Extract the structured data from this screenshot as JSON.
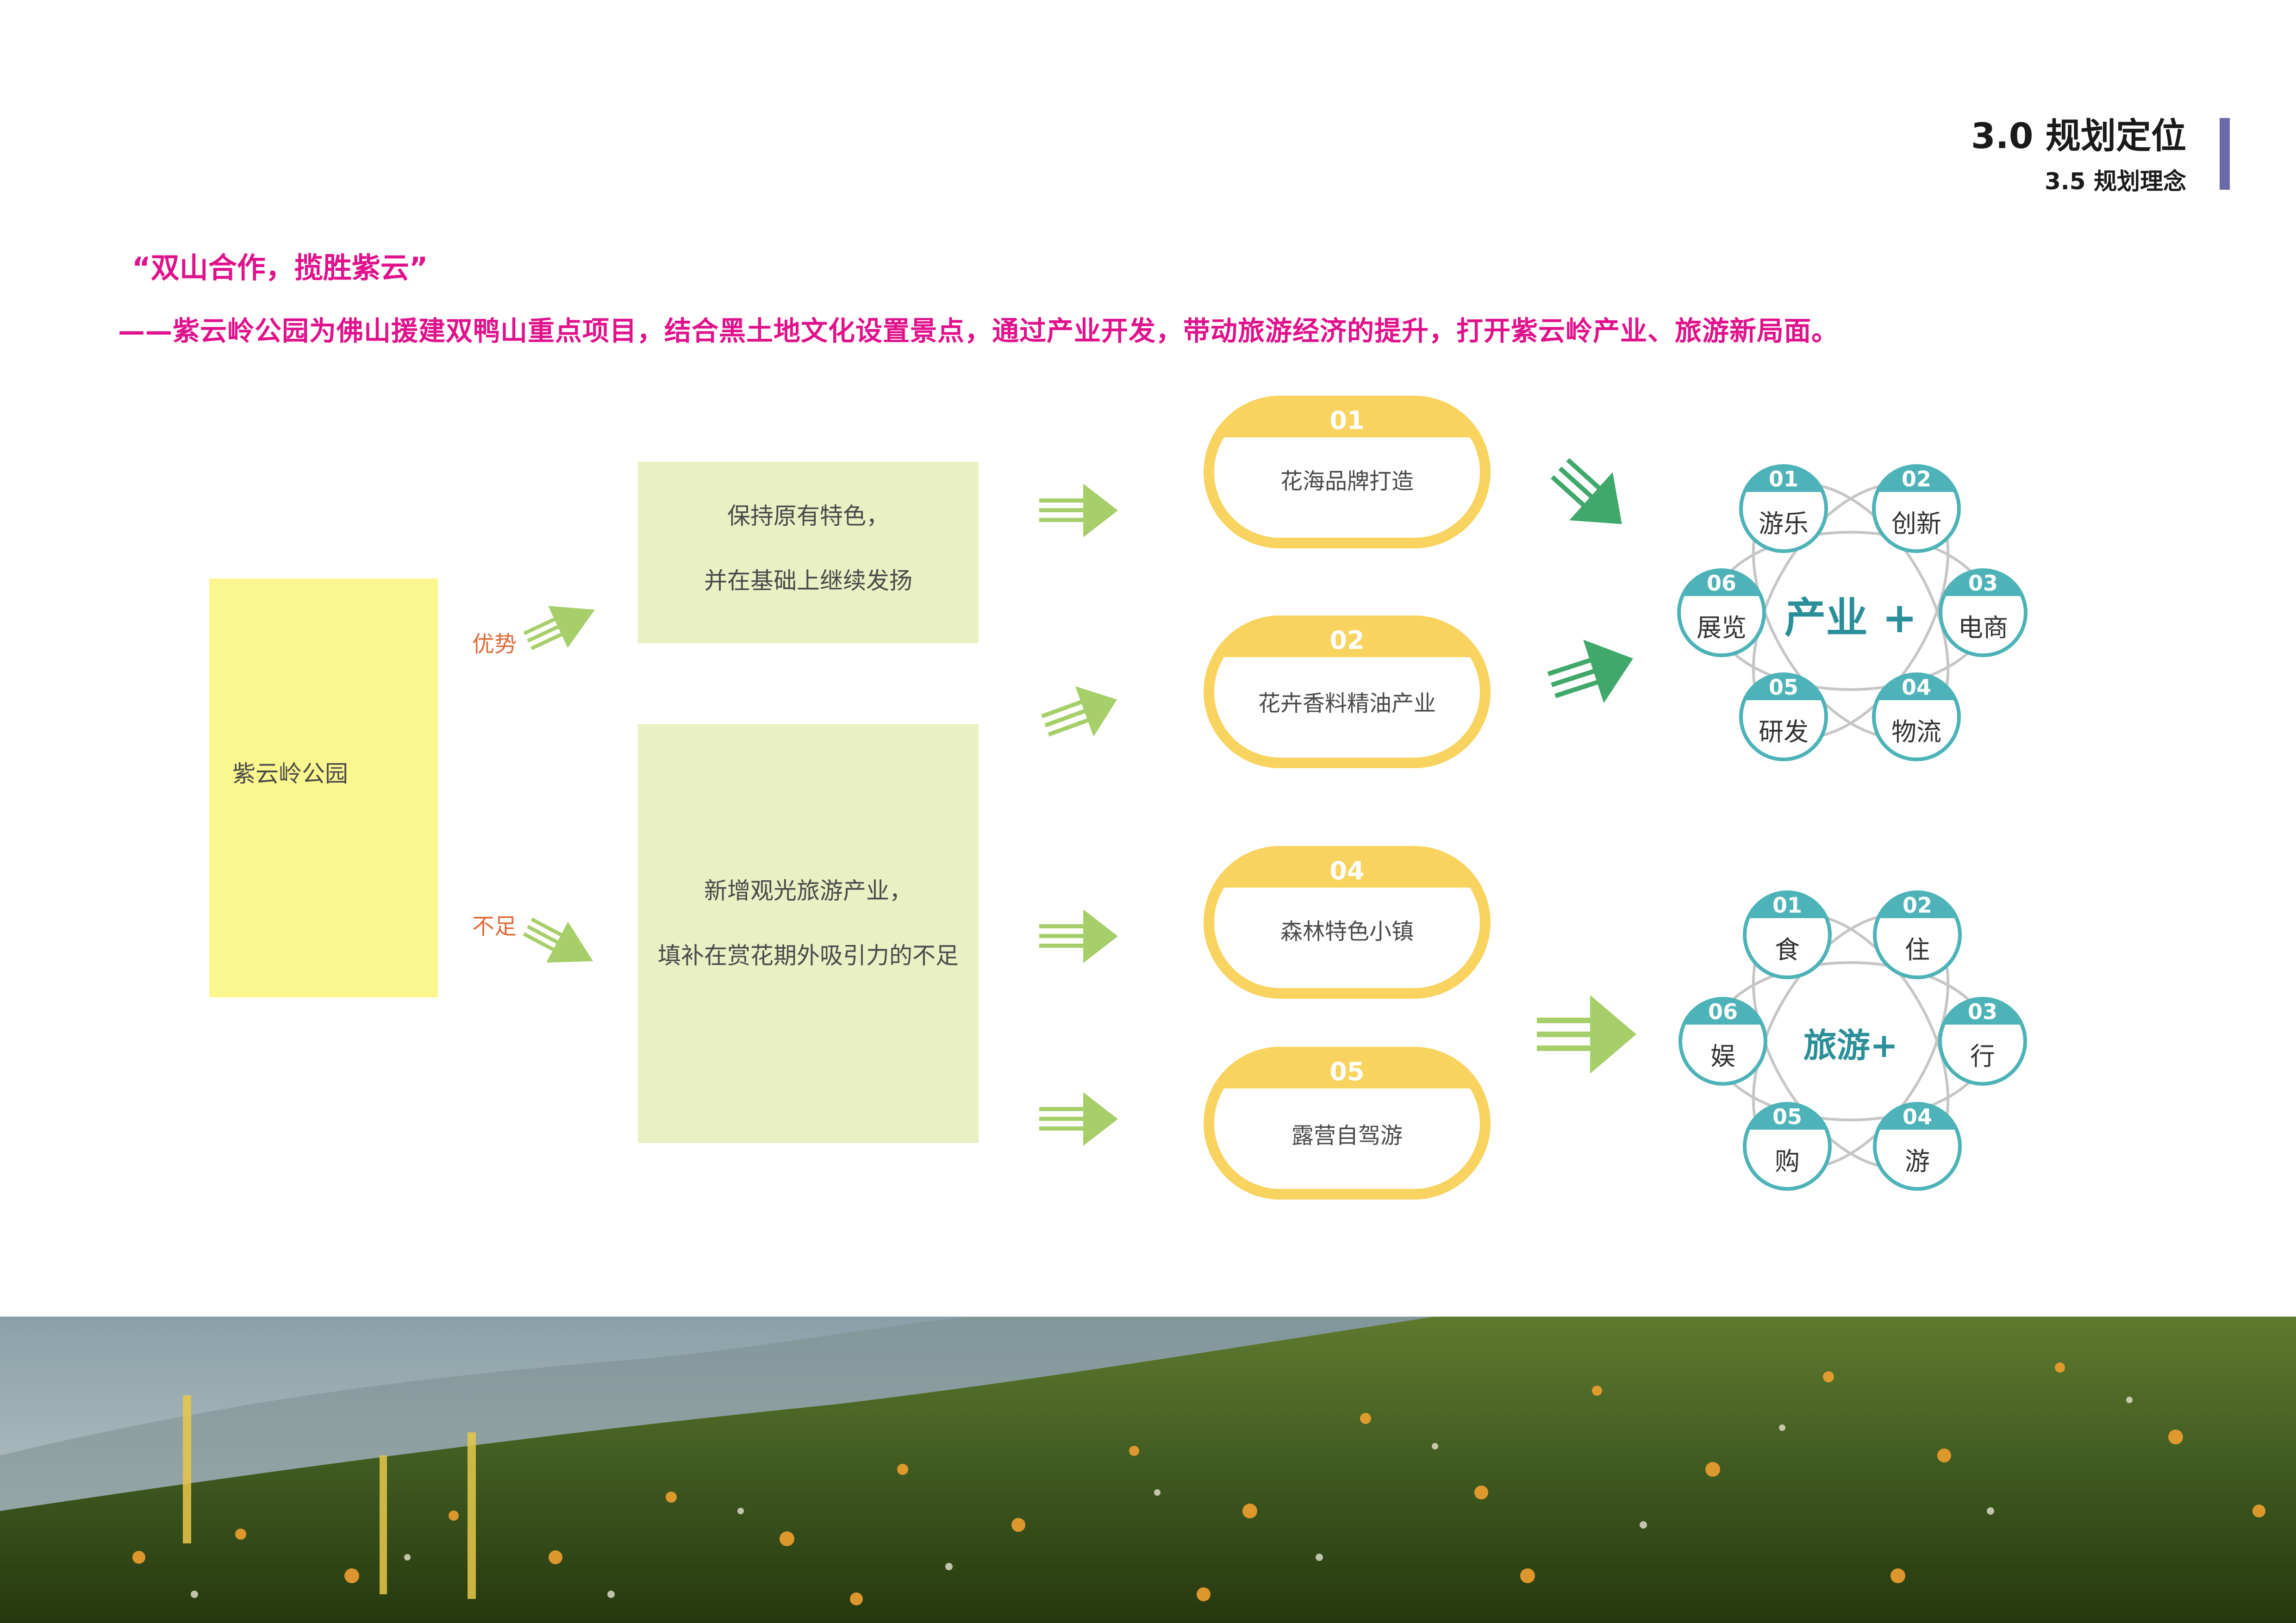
{
  "header": {
    "title": "3.0  规划定位",
    "subtitle": "3.5 规划理念"
  },
  "intro": {
    "slogan": "“双山合作，揽胜紫云”",
    "description": "——紫云岭公园为佛山援建双鸭山重点项目，结合黑土地文化设置景点，通过产业开发，带动旅游经济的提升，打开紫云岭产业、旅游新局面。"
  },
  "flow": {
    "root": "紫云岭公园",
    "advantage_label": "优势",
    "shortfall_label": "不足",
    "advantage_box": [
      "保持原有特色，",
      "并在基础上继续发扬"
    ],
    "shortfall_box": [
      "新增观光旅游产业，",
      "填补在赏花期外吸引力的不足"
    ],
    "ovals": [
      {
        "num": "01",
        "label": "花海品牌打造"
      },
      {
        "num": "02",
        "label": "花卉香料精油产业"
      },
      {
        "num": "04",
        "label": "森林特色小镇"
      },
      {
        "num": "05",
        "label": "露营自驾游"
      }
    ]
  },
  "clusters": [
    {
      "center": "产业 +",
      "items": [
        {
          "num": "01",
          "label": "游乐"
        },
        {
          "num": "02",
          "label": "创新"
        },
        {
          "num": "03",
          "label": "电商"
        },
        {
          "num": "04",
          "label": "物流"
        },
        {
          "num": "05",
          "label": "研发"
        },
        {
          "num": "06",
          "label": "展览"
        }
      ]
    },
    {
      "center": "旅游+",
      "items": [
        {
          "num": "01",
          "label": "食"
        },
        {
          "num": "02",
          "label": "住"
        },
        {
          "num": "03",
          "label": "行"
        },
        {
          "num": "04",
          "label": "游"
        },
        {
          "num": "05",
          "label": "购"
        },
        {
          "num": "06",
          "label": "娱"
        }
      ]
    }
  ],
  "colors": {
    "magenta": "#e0118b",
    "box_green": "#e8f0c4",
    "box_yellow": "#fbf78f",
    "oval_yellow": "#f9d35f",
    "arrow_light_green": "#a6cf6a",
    "arrow_dark_green": "#3fa86a",
    "teal": "#2a8f99",
    "circle_border": "#4db3b8"
  }
}
